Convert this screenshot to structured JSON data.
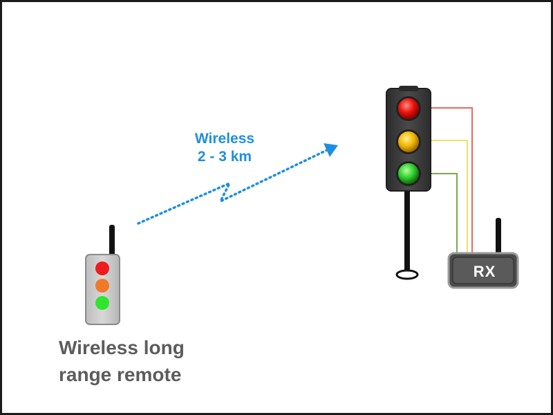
{
  "wireless_link": {
    "line1": "Wireless",
    "line2": "2 - 3 km"
  },
  "remote": {
    "caption_line1": "Wireless long",
    "caption_line2": "range remote"
  },
  "receiver": {
    "label": "RX"
  },
  "colors": {
    "signal": "#1e8fe0",
    "light_red": "#e8120c",
    "light_amber": "#f2b705",
    "light_green": "#2fcf2f",
    "remote_orange": "#f07a2a",
    "housing": "#3a3a3a",
    "caption_gray": "#5c5c5c",
    "wire_red": "#e86a5a",
    "wire_yellow": "#ece16a",
    "wire_green": "#7ea84c"
  }
}
